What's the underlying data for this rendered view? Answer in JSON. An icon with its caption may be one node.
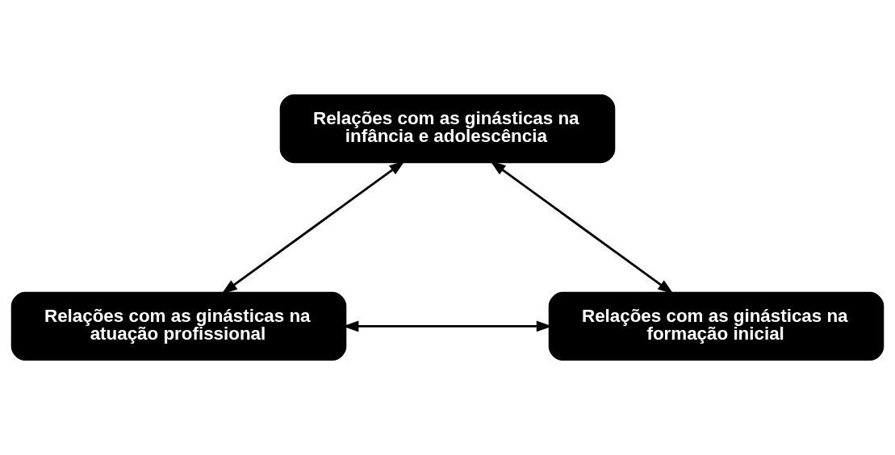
{
  "diagram": {
    "nodes": [
      {
        "text": [
          "Relações com as ginásticas na infância e adolescência"
        ]
      },
      {
        "text": [
          "Relações com as ginásticas na atuação profissional"
        ]
      },
      {
        "text": [
          "Relações com as ginásticas na formação inicial"
        ]
      }
    ],
    "edges": [
      {
        "from": 0,
        "to": 1,
        "arrow": "both"
      },
      {
        "from": 0,
        "to": 2,
        "arrow": "both"
      },
      {
        "from": 1,
        "to": 2,
        "arrow": "both"
      }
    ]
  }
}
